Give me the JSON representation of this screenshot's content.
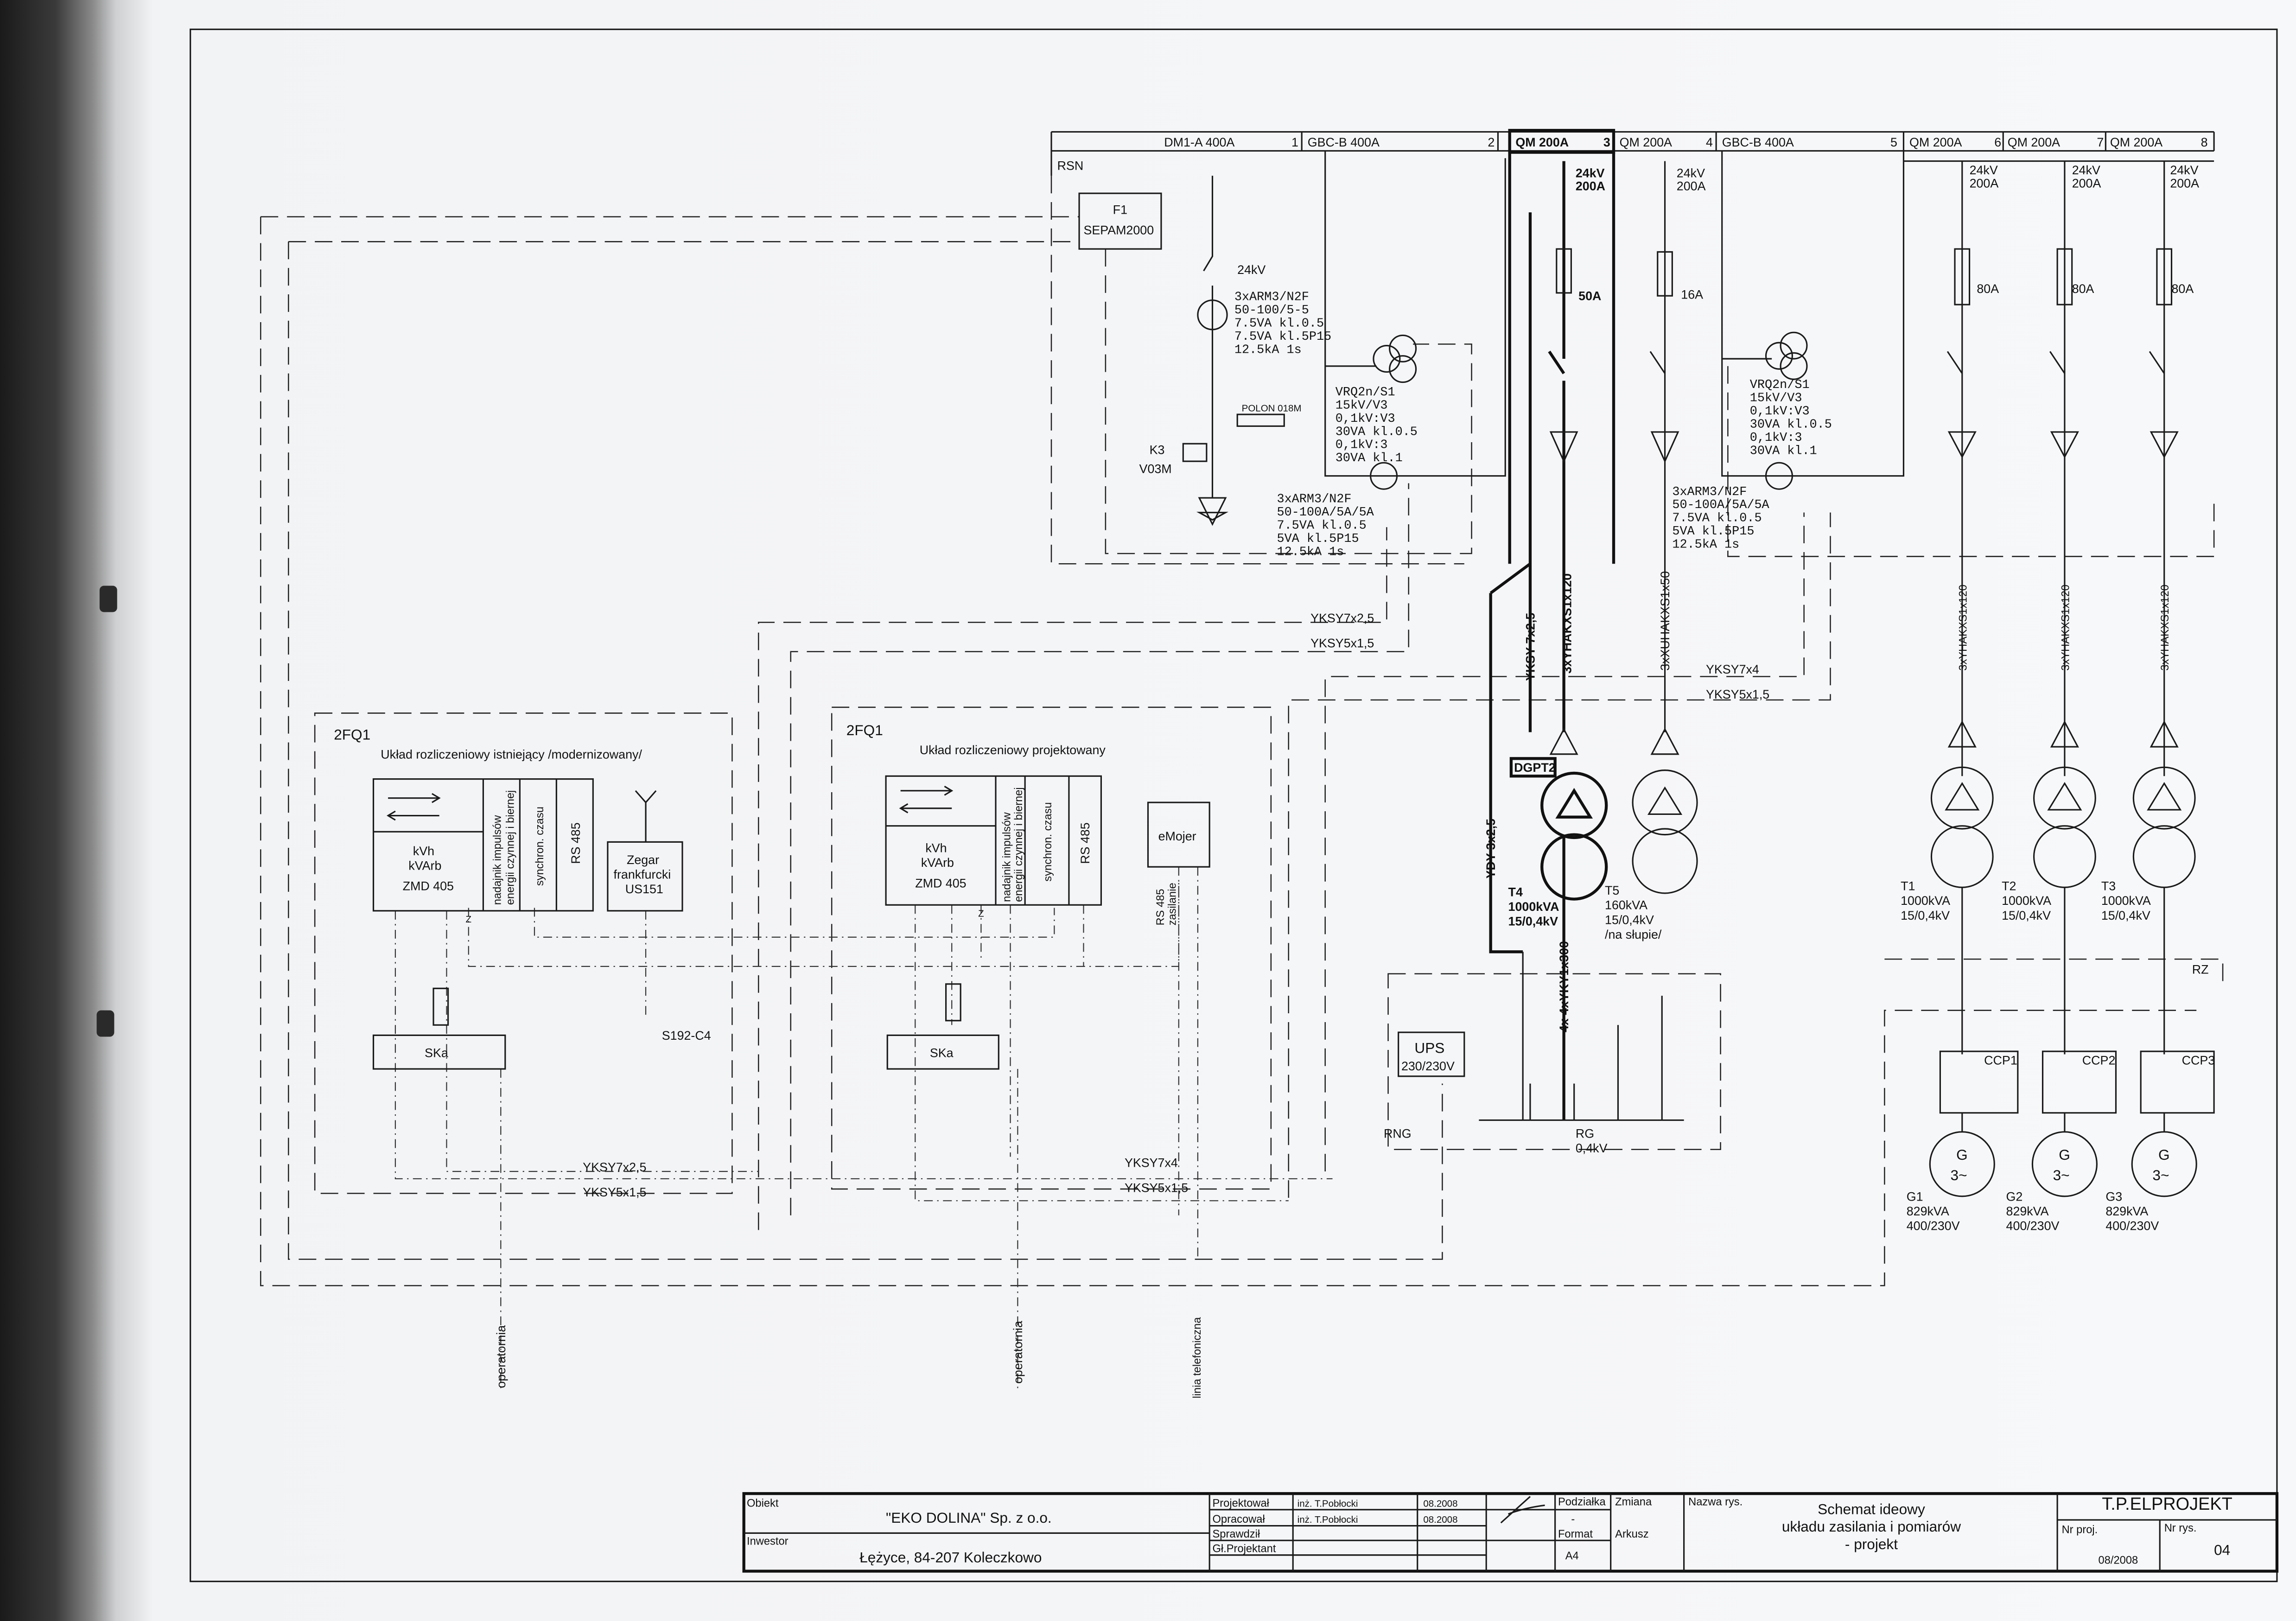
{
  "header": {
    "rsn": "RSN",
    "cells": [
      {
        "label": "DM1-A  400A",
        "num": "1"
      },
      {
        "label": "GBC-B  400A",
        "num": "2"
      },
      {
        "label": "QM  200A",
        "num": "3"
      },
      {
        "label": "QM  200A",
        "num": "4"
      },
      {
        "label": "GBC-B  400A",
        "num": "5"
      },
      {
        "label": "QM  200A",
        "num": "6"
      },
      {
        "label": "QM  200A",
        "num": "7"
      },
      {
        "label": "QM  200A",
        "num": "8"
      }
    ]
  },
  "protection": {
    "f1": "F1",
    "sepam": "SEPAM2000",
    "k3": "K3",
    "v03m": "V03M",
    "polon": "POLON 018M"
  },
  "ratings": {
    "kv24": "24kV",
    "dm1_ct": [
      "3xARM3/N2F",
      "50-100/5-5",
      "7.5VA kl.0.5",
      "7.5VA kl.5P15",
      "12.5kA 1s"
    ],
    "vt": [
      "VRQ2n/S1",
      "15kV/V3",
      "0,1kV:V3",
      "30VA kl.0.5",
      "0,1kV:3",
      "30VA kl.1"
    ],
    "ct2": [
      "3xARM3/N2F",
      "50-100A/5A/5A",
      "7.5VA kl.0.5",
      "5VA kl.5P15",
      "12.5kA 1s"
    ],
    "sw_24kv": "24kV",
    "sw_200a": "200A",
    "fuse_50": "50A",
    "fuse_16": "16A",
    "fuse_80": "80A"
  },
  "cables": {
    "yksy7x25": "YKSY7x2,5",
    "yksy5x15": "YKSY5x1,5",
    "yksy7x4": "YKSY7x4",
    "yksy_7x25_v": "YKSY 7x2,5",
    "yhakxs120": "3xYHAKXS1x120",
    "xuhakxs50": "3xXUHAKXS1x50",
    "ydy": "YDY 3x2,5",
    "yky300": "4x 4xYKY1x300",
    "dgpt2": "DGPT2"
  },
  "transformers": [
    {
      "name": "T4",
      "power": "1000kVA",
      "ratio": "15/0,4kV"
    },
    {
      "name": "T5",
      "power": "160kVA",
      "ratio": "15/0,4kV",
      "note": "/na słupie/"
    },
    {
      "name": "T1",
      "power": "1000kVA",
      "ratio": "15/0,4kV"
    },
    {
      "name": "T2",
      "power": "1000kVA",
      "ratio": "15/0,4kV"
    },
    {
      "name": "T3",
      "power": "1000kVA",
      "ratio": "15/0,4kV"
    }
  ],
  "generators": [
    {
      "name": "G1",
      "sym": "G",
      "phase": "3~",
      "power": "829kVA",
      "volt": "400/230V"
    },
    {
      "name": "G2",
      "sym": "G",
      "phase": "3~",
      "power": "829kVA",
      "volt": "400/230V"
    },
    {
      "name": "G3",
      "sym": "G",
      "phase": "3~",
      "power": "829kVA",
      "volt": "400/230V"
    }
  ],
  "lv": {
    "ups": "UPS",
    "ups_v": "230/230V",
    "rng": "RNG",
    "rg": "RG",
    "rg_v": "0,4kV",
    "rz": "RZ",
    "ccp": [
      "CCP1",
      "CCP2",
      "CCP3"
    ]
  },
  "metering": {
    "existing": {
      "id": "2FQ1",
      "title": "Układ rozliczeniowy istniejący /modernizowany/"
    },
    "designed": {
      "id": "2FQ1",
      "title": "Układ rozliczeniowy projektowany"
    },
    "meter": {
      "units1": "kVh",
      "units2": "kVArb",
      "model": "ZMD 405",
      "col1a": "nadajnik impulsów",
      "col1b": "energii czynnej i biernej",
      "col2": "synchron. czasu",
      "col3": "RS 485"
    },
    "zegar": [
      "Zegar",
      "frankfurcki",
      "US151"
    ],
    "emojer": "eMojer",
    "emojer_lbl1": "RS 485",
    "emojer_lbl2": "zasilanie",
    "ska": "SKa",
    "s192": "S192-C4",
    "z": "Z",
    "operatornia": "operatornia",
    "linia": "linia telefoniczna"
  },
  "title_block": {
    "obiekt_lbl": "Obiekt",
    "obiekt": "\"EKO DOLINA\" Sp. z o.o.",
    "inwestor_lbl": "Inwestor",
    "inwestor": "Łężyce, 84-207 Koleczkowo",
    "roles": [
      {
        "role": "Projektował",
        "name": "inż. T.Pobłocki",
        "date": "08.2008"
      },
      {
        "role": "Opracował",
        "name": "inż. T.Pobłocki",
        "date": "08.2008"
      },
      {
        "role": "Sprawdził",
        "name": "",
        "date": ""
      },
      {
        "role": "Gł.Projektant",
        "name": "",
        "date": ""
      }
    ],
    "podzialka_lbl": "Podziałka",
    "podzialka": "-",
    "zmiana_lbl": "Zmiana",
    "format_lbl": "Format",
    "format": "A4",
    "arkusz_lbl": "Arkusz",
    "nazwa_lbl": "Nazwa rys.",
    "nazwa": [
      "Schemat ideowy",
      "układu zasilania i pomiarów",
      "- projekt"
    ],
    "company": "T.P.ELPROJEKT",
    "nr_proj_lbl": "Nr proj.",
    "nr_proj": "08/2008",
    "nr_rys_lbl": "Nr rys.",
    "nr_rys": "04"
  }
}
